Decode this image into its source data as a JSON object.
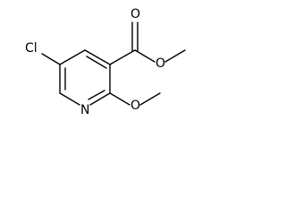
{
  "molecule": {
    "atoms": {
      "chlorine": "Cl",
      "ring_nitrogen": "N",
      "carbonyl_oxygen": "O",
      "ester_oxygen": "O",
      "methoxy_oxygen": "O"
    }
  },
  "colors": {
    "bond": "#000000",
    "label": "#000000",
    "background": "#ffffff"
  }
}
